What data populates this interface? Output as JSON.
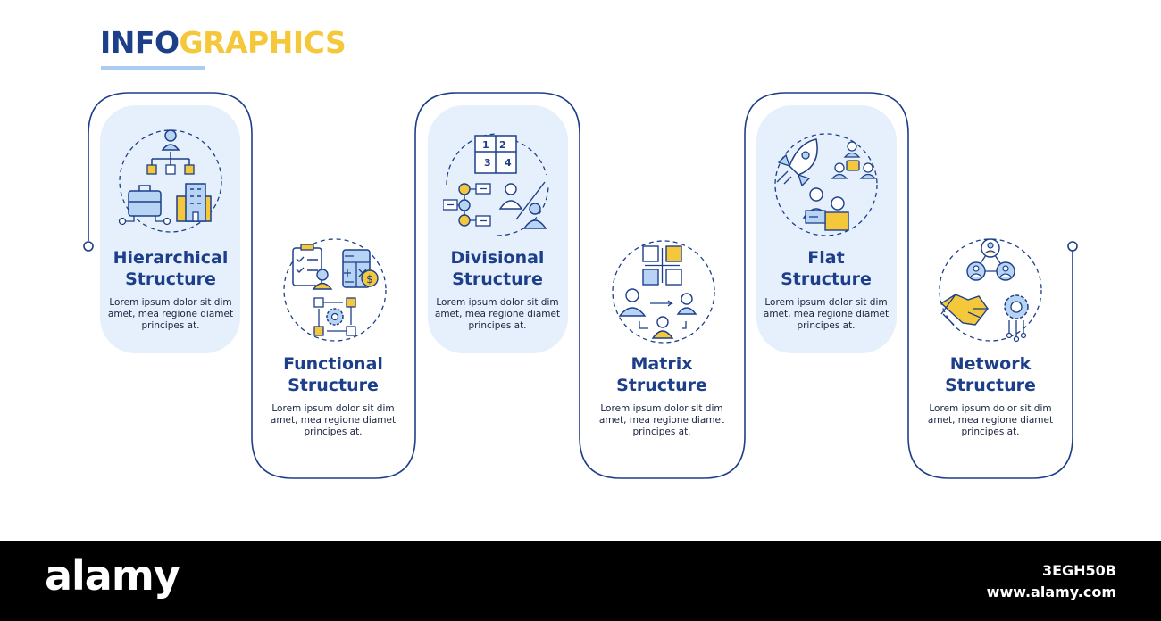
{
  "header": {
    "title_part1": "INFO",
    "title_part2": "GRAPHICS"
  },
  "colors": {
    "navy": "#1d3f8a",
    "yellow": "#f5c83c",
    "light_blue": "#e6f0fc",
    "icon_blue": "#b7d4f4"
  },
  "items": [
    {
      "name_line1": "Hierarchical",
      "name_line2": "Structure",
      "desc": "Lorem ipsum dolor sit dim amet, mea regione diamet principes at.",
      "icon": "hierarchy-icon"
    },
    {
      "name_line1": "Functional",
      "name_line2": "Structure",
      "desc": "Lorem ipsum dolor sit dim amet, mea regione diamet principes at.",
      "icon": "functional-icon"
    },
    {
      "name_line1": "Divisional",
      "name_line2": "Structure",
      "desc": "Lorem ipsum dolor sit dim amet, mea regione diamet principes at.",
      "icon": "divisional-icon"
    },
    {
      "name_line1": "Matrix",
      "name_line2": "Structure",
      "desc": "Lorem ipsum dolor sit dim amet, mea regione diamet principes at.",
      "icon": "matrix-icon"
    },
    {
      "name_line1": "Flat",
      "name_line2": "Structure",
      "desc": "Lorem ipsum dolor sit dim amet, mea regione diamet principes at.",
      "icon": "flat-icon"
    },
    {
      "name_line1": "Network",
      "name_line2": "Structure",
      "desc": "Lorem ipsum dolor sit dim amet, mea regione diamet principes at.",
      "icon": "network-icon"
    }
  ],
  "divisional_icon_numbers": [
    "1",
    "2",
    "3",
    "4"
  ],
  "footer": {
    "watermark": "alamy",
    "image_id": "3EGH50B",
    "site": "www.alamy.com"
  }
}
